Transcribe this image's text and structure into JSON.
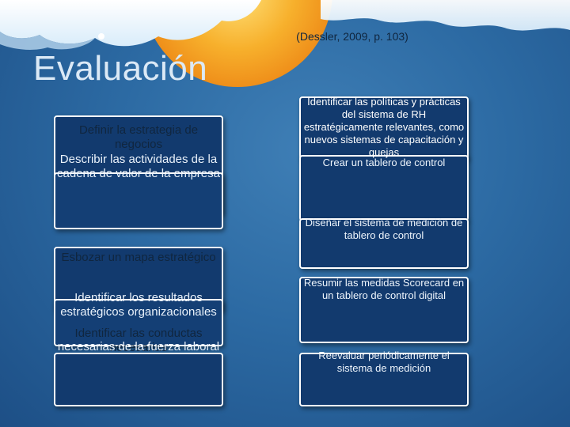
{
  "header": {
    "citation": "(Dessler, 2009, p. 103)",
    "title": "Evaluación"
  },
  "left_steps": [
    "Definir la estrategia de negocios",
    "Describir las actividades de la cadena de valor de la empresa",
    "Esbozar un mapa estratégico",
    "Identificar los resultados estratégicos organizacionales",
    "Identificar las conductas necesarias",
    "necesarias de la fuerza laboral"
  ],
  "right_steps": [
    "Identificar las políticas y prácticas del sistema de RH estratégicamente relevantes, como nuevos sistemas de capacitación y quejas",
    "Crear un tablero de control",
    "Diseñar el sistema de medición de tablero de control",
    "Resumir las medidas Scorecard en un tablero de control digital",
    "Reevaluar periódicamente el sistema de medición"
  ],
  "colors": {
    "box_fill": "#123a6e",
    "box_border": "#ffffff",
    "background": "#2c6aa3",
    "accent_orange": "#f4a62a"
  }
}
